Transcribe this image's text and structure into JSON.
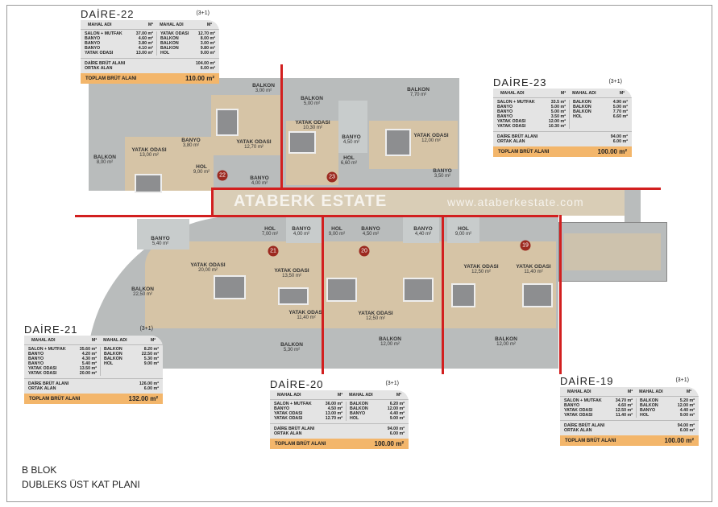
{
  "caption": {
    "block": "B BLOK",
    "plan": "DUBLEKS ÜST KAT PLANI"
  },
  "watermark": {
    "brand": "ATABERK ESTATE",
    "url": "www.ataberkestate.com"
  },
  "units": [
    {
      "title": "DAİRE-22",
      "type": "(3+1)",
      "col_header": "MAHAL ADI",
      "unit_header": "M²",
      "left": [
        [
          "SALON + MUTFAK",
          "37.00 m²"
        ],
        [
          "BANYO",
          "4.60 m²"
        ],
        [
          "BANYO",
          "3.80 m²"
        ],
        [
          "BANYO",
          "4.10 m²"
        ],
        [
          "YATAK ODASI",
          "13.00 m²"
        ]
      ],
      "right": [
        [
          "YATAK ODASI",
          "12.70 m²"
        ],
        [
          "BALKON",
          "8.00 m²"
        ],
        [
          "BALKON",
          "3.00 m²"
        ],
        [
          "BALKON",
          "9.80 m²"
        ],
        [
          "HOL",
          "9.00 m²"
        ]
      ],
      "gross_label": "DAİRE BRÜT ALANI",
      "gross": "104.00 m²",
      "common_label": "ORTAK ALAN",
      "common": "6.00 m²",
      "total_label": "TOPLAM BRÜT ALANI",
      "total": "110.00 m²"
    },
    {
      "title": "DAİRE-23",
      "type": "(3+1)",
      "col_header": "MAHAL ADI",
      "unit_header": "M²",
      "left": [
        [
          "SALON + MUTFAK",
          "33.5 m²"
        ],
        [
          "BANYO",
          "5.00 m²"
        ],
        [
          "BANYO",
          "5.00 m²"
        ],
        [
          "BANYO",
          "3.50 m²"
        ],
        [
          "YATAK ODASI",
          "12.00 m²"
        ],
        [
          "YATAK ODASI",
          "10.30 m²"
        ]
      ],
      "right": [
        [
          "BALKON",
          "4.90 m²"
        ],
        [
          "BALKON",
          "5.00 m²"
        ],
        [
          "BALKON",
          "7.70 m²"
        ],
        [
          "HOL",
          "6.60 m²"
        ]
      ],
      "gross_label": "DAİRE BRÜT ALANI",
      "gross": "94.00 m²",
      "common_label": "ORTAK ALAN",
      "common": "6.00 m²",
      "total_label": "TOPLAM BRÜT ALANI",
      "total": "100.00 m²"
    },
    {
      "title": "DAİRE-21",
      "type": "(3+1)",
      "col_header": "MAHAL ADI",
      "unit_header": "M²",
      "left": [
        [
          "SALON + MUTFAK",
          "35.60 m²"
        ],
        [
          "BANYO",
          "4.20 m²"
        ],
        [
          "BANYO",
          "4.30 m²"
        ],
        [
          "BANYO",
          "5.40 m²"
        ],
        [
          "YATAK ODASI",
          "13.50 m²"
        ],
        [
          "YATAK ODASI",
          "20.00 m²"
        ]
      ],
      "right": [
        [
          "BALKON",
          "8.20 m²"
        ],
        [
          "BALKON",
          "22.50 m²"
        ],
        [
          "BALKON",
          "5.30 m²"
        ],
        [
          "HOL",
          "9.00 m²"
        ]
      ],
      "gross_label": "DAİRE BRÜT ALANI",
      "gross": "126.00 m²",
      "common_label": "ORTAK ALAN",
      "common": "6.00 m²",
      "total_label": "TOPLAM BRÜT ALANI",
      "total": "132.00 m²"
    },
    {
      "title": "DAİRE-20",
      "type": "(3+1)",
      "col_header": "MAHAL ADI",
      "unit_header": "M²",
      "left": [
        [
          "SALON + MUTFAK",
          "36.00 m²"
        ],
        [
          "BANYO",
          "4.50 m²"
        ],
        [
          "YATAK ODASI",
          "13.00 m²"
        ],
        [
          "YATAK ODASI",
          "12.70 m²"
        ]
      ],
      "right": [
        [
          "BALKON",
          "6.20 m²"
        ],
        [
          "BALKON",
          "12.00 m²"
        ],
        [
          "BANYO",
          "4.40 m²"
        ],
        [
          "HOL",
          "9.00 m²"
        ]
      ],
      "gross_label": "DAİRE BRÜT ALANI",
      "gross": "94.00 m²",
      "common_label": "ORTAK ALAN",
      "common": "6.00 m²",
      "total_label": "TOPLAM BRÜT ALANI",
      "total": "100.00 m²"
    },
    {
      "title": "DAİRE-19",
      "type": "(3+1)",
      "col_header": "MAHAL ADI",
      "unit_header": "M²",
      "left": [
        [
          "SALON + MUTFAK",
          "34.70 m²"
        ],
        [
          "BANYO",
          "4.60 m²"
        ],
        [
          "YATAK ODASI",
          "12.50 m²"
        ],
        [
          "YATAK ODASI",
          "11.40 m²"
        ]
      ],
      "right": [
        [
          "BALKON",
          "5.20 m²"
        ],
        [
          "BALKON",
          "12.00 m²"
        ],
        [
          "BANYO",
          "4.40 m²"
        ],
        [
          "HOL",
          "9.00 m²"
        ]
      ],
      "gross_label": "DAİRE BRÜT ALANI",
      "gross": "94.00 m²",
      "common_label": "ORTAK ALAN",
      "common": "6.00 m²",
      "total_label": "TOPLAM BRÜT ALANI",
      "total": "100.00 m²"
    }
  ],
  "rooms": [
    {
      "name": "BALKON",
      "area": "3,00 m²"
    },
    {
      "name": "BALKON",
      "area": "8,00 m²"
    },
    {
      "name": "YATAK ODASI",
      "area": "13,00 m²"
    },
    {
      "name": "BANYO",
      "area": "3,80 m²"
    },
    {
      "name": "YATAK ODASI",
      "area": "12,70 m²"
    },
    {
      "name": "HOL",
      "area": "9,00 m²"
    },
    {
      "name": "BANYO",
      "area": "4,00 m²"
    },
    {
      "name": "BALKON",
      "area": "5,00 m²"
    },
    {
      "name": "YATAK ODASI",
      "area": "10,30 m²"
    },
    {
      "name": "BANYO",
      "area": "4,50 m²"
    },
    {
      "name": "HOL",
      "area": "6,60 m²"
    },
    {
      "name": "BALKON",
      "area": "7,70 m²"
    },
    {
      "name": "YATAK ODASI",
      "area": "12,00 m²"
    },
    {
      "name": "BANYO",
      "area": "3,50 m²"
    },
    {
      "name": "BANYO",
      "area": "5,40 m²"
    },
    {
      "name": "HOL",
      "area": "7,00 m²"
    },
    {
      "name": "BANYO",
      "area": "4,00 m²"
    },
    {
      "name": "YATAK ODASI",
      "area": "20,00 m²"
    },
    {
      "name": "YATAK ODASI",
      "area": "13,50 m²"
    },
    {
      "name": "BALKON",
      "area": "22,50 m²"
    },
    {
      "name": "BALKON",
      "area": "5,30 m²"
    },
    {
      "name": "HOL",
      "area": "9,00 m²"
    },
    {
      "name": "BANYO",
      "area": "4,50 m²"
    },
    {
      "name": "YATAK ODASI",
      "area": "11,40 m²"
    },
    {
      "name": "YATAK ODASI",
      "area": "12,50 m²"
    },
    {
      "name": "BALKON",
      "area": "12,00 m²"
    },
    {
      "name": "BANYO",
      "area": "4,40 m²"
    },
    {
      "name": "HOL",
      "area": "9,00 m²"
    },
    {
      "name": "YATAK ODASI",
      "area": "12,50 m²"
    },
    {
      "name": "YATAK ODASI",
      "area": "11,40 m²"
    },
    {
      "name": "BALKON",
      "area": "12,00 m²"
    }
  ],
  "unit_numbers": [
    "22",
    "23",
    "21",
    "20",
    "19"
  ]
}
